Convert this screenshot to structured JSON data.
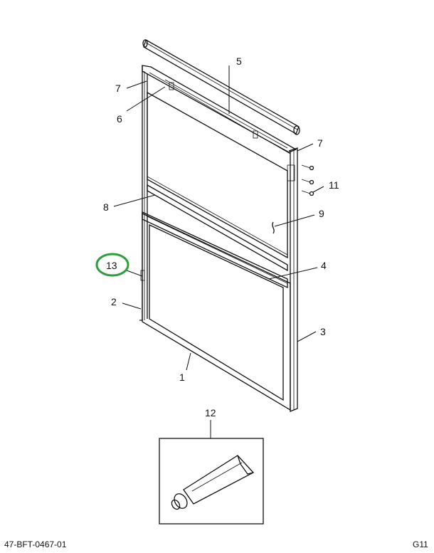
{
  "callouts": [
    "1",
    "2",
    "3",
    "4",
    "5",
    "6",
    "7",
    "7",
    "8",
    "9",
    "11",
    "12",
    "13"
  ],
  "highlight_color": "#2e9e3c",
  "footer": {
    "left": "47-BFT-0467-01",
    "right": "G11"
  }
}
